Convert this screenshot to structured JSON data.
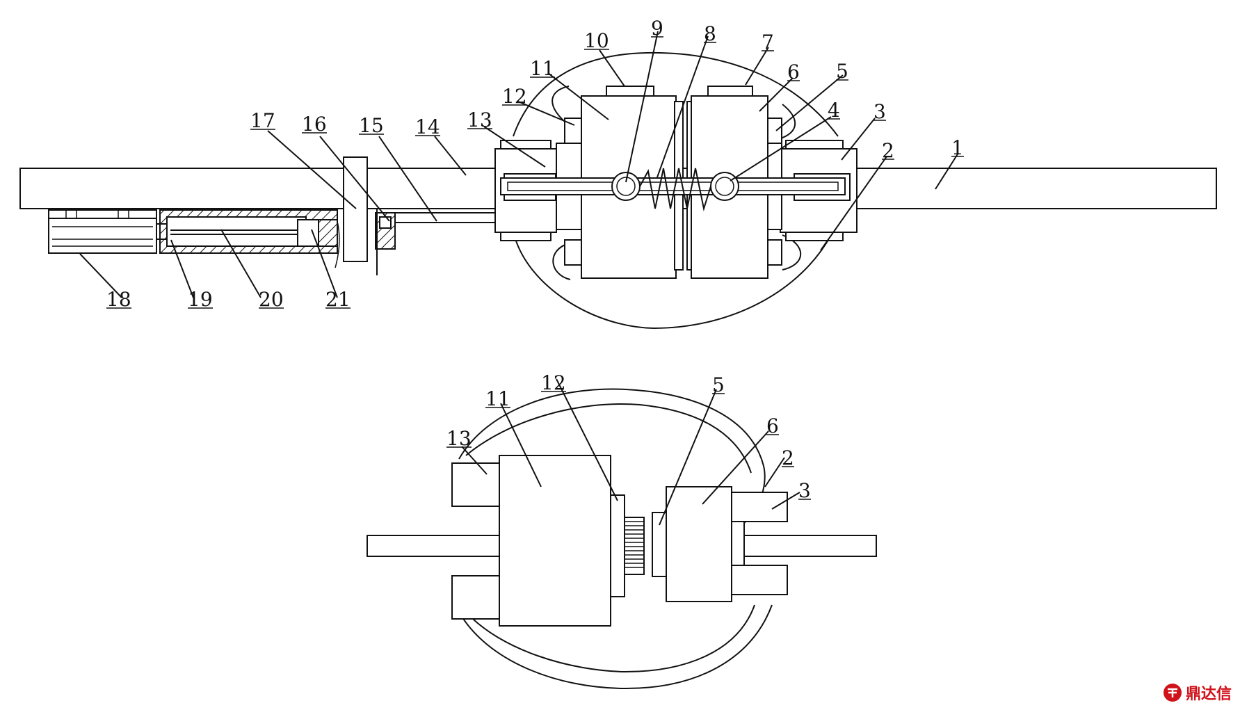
{
  "figure": {
    "top_view_labels": [
      "1",
      "2",
      "3",
      "4",
      "5",
      "6",
      "7",
      "8",
      "9",
      "10",
      "11",
      "12",
      "13",
      "14",
      "15",
      "16",
      "17",
      "18",
      "19",
      "20",
      "21"
    ],
    "side_view_labels": [
      "2",
      "3",
      "5",
      "6",
      "11",
      "12",
      "13"
    ]
  },
  "logo": {
    "text": "鼎达信",
    "color": "#d0121b"
  },
  "colors": {
    "line": "#111111",
    "background": "#ffffff"
  }
}
